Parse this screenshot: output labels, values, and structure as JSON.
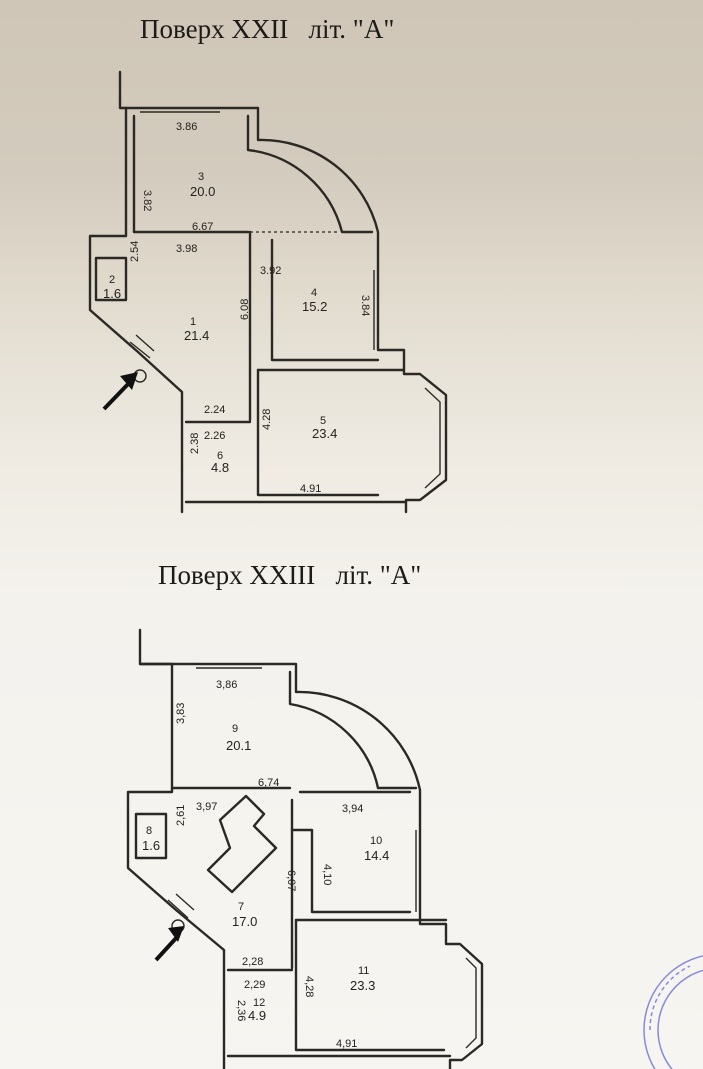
{
  "floors": [
    {
      "title": "Поверх XXII   літ. \"А\"",
      "rooms": [
        {
          "number": "1",
          "area": "21.4"
        },
        {
          "number": "2",
          "area": "1.6"
        },
        {
          "number": "3",
          "area": "20.0"
        },
        {
          "number": "4",
          "area": "15.2"
        },
        {
          "number": "5",
          "area": "23.4"
        },
        {
          "number": "6",
          "area": "4.8"
        }
      ],
      "dimensions": [
        "3.86",
        "3.82",
        "6.67",
        "3.98",
        "2.54",
        "3.92",
        "3.84",
        "6.08",
        "2.24",
        "2.26",
        "4.28",
        "2.38",
        "4.91"
      ]
    },
    {
      "title": "Поверх XXIII   літ. \"А\"",
      "rooms": [
        {
          "number": "7",
          "area": "17.0"
        },
        {
          "number": "8",
          "area": "1.6"
        },
        {
          "number": "9",
          "area": "20.1"
        },
        {
          "number": "10",
          "area": "14.4"
        },
        {
          "number": "11",
          "area": "23.3"
        },
        {
          "number": "12",
          "area": "4.9"
        }
      ],
      "dimensions": [
        "3,86",
        "3,83",
        "6,74",
        "3,97",
        "2,61",
        "3,94",
        "4,10",
        "6,07",
        "2,28",
        "2,29",
        "4,28",
        "2,36",
        "4,91"
      ]
    }
  ],
  "colors": {
    "ink": "#2b2925",
    "stamp": "#6b6fd6"
  },
  "icons": [
    "entrance-arrow-icon",
    "entrance-arrow-icon",
    "stamp-seal-icon"
  ]
}
